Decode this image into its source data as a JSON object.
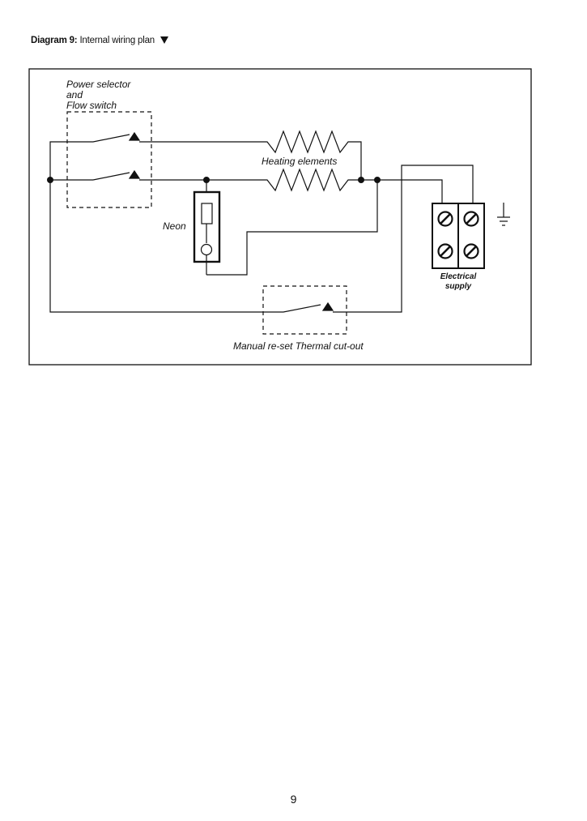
{
  "heading": {
    "prefix": "Diagram 9:",
    "title": "Internal wiring plan"
  },
  "labels": {
    "power_selector": [
      "Power selector",
      "and",
      "Flow switch"
    ],
    "heating_elements": "Heating elements",
    "neon": "Neon",
    "electrical_supply": [
      "Electrical",
      "supply"
    ],
    "thermal_cutout": "Manual re-set Thermal cut-out"
  },
  "page_number": "9"
}
